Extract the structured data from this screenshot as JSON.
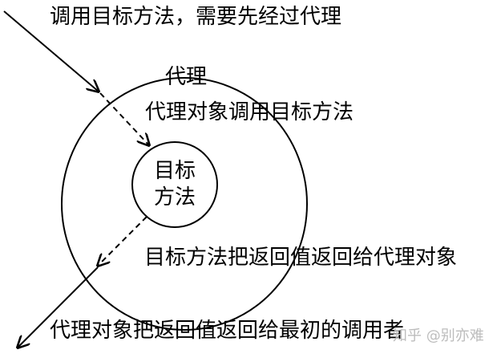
{
  "texts": {
    "top_caption": "调用目标方法，需要先经过代理",
    "proxy_label": "代理",
    "proxy_call": "代理对象调用目标方法",
    "target_line1": "目标",
    "target_line2": "方法",
    "return_to_proxy": "目标方法把返回值返回给代理对象",
    "bottom_caption": "代理对象把返回值返回给最初的调用者",
    "watermark": "知乎 @别亦难"
  },
  "colors": {
    "line": "#000000",
    "background": "#ffffff",
    "watermark": "#bdbdbd"
  }
}
